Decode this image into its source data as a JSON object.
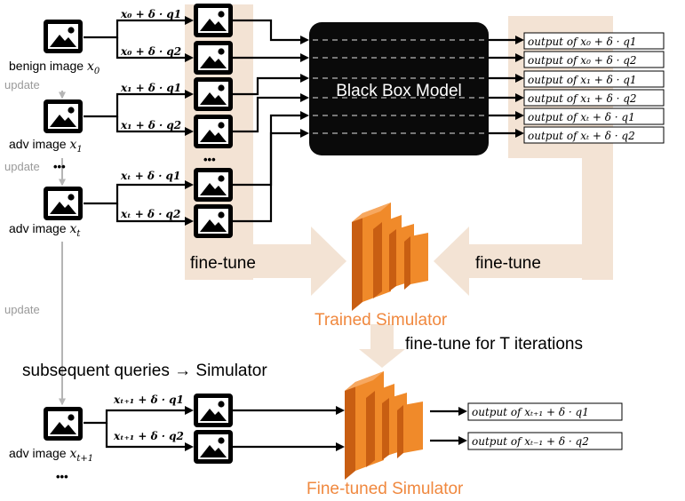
{
  "colors": {
    "band": "#f3e3d4",
    "orange": "#f08a2a",
    "orange_dark": "#c85e12",
    "orange_light": "#f7a860",
    "label_orange": "#f0883e",
    "gray_text": "#9a9a9a",
    "black_box": "#0a0a0a"
  },
  "icons": {
    "image": "image-icon",
    "simulator": "stacked-layers-icon",
    "black_box": "black-box-model"
  },
  "left_column": {
    "benign_label": "benign image",
    "benign_var": "x",
    "benign_sub": "0",
    "adv1_label": "adv image",
    "adv1_var": "x",
    "adv1_sub": "1",
    "advt_label": "adv image",
    "advt_var": "x",
    "advt_sub": "t",
    "advt1_label": "adv image",
    "advt1_var": "x",
    "advt1_sub": "t+1",
    "update1": "update",
    "update2": "update",
    "update3": "update",
    "dots_mid": "•••",
    "dots_bottom": "•••"
  },
  "query_labels": [
    "x₀ + δ · q1",
    "x₀ + δ · q2",
    "x₁ + δ · q1",
    "x₁ + δ · q2",
    "xₜ + δ · q1",
    "xₜ + δ · q2"
  ],
  "query_dots": "•••",
  "black_box": {
    "label": "Black Box Model"
  },
  "outputs": [
    "output of  x₀ + δ · q1",
    "output of  x₀ + δ · q2",
    "output of  x₁ + δ · q1",
    "output of  x₁ + δ · q2",
    "output of  xₜ + δ · q1",
    "output of  xₜ + δ · q2"
  ],
  "fine_tune_left": "fine-tune",
  "fine_tune_right": "fine-tune",
  "trained_simulator": "Trained Simulator",
  "fine_tune_iterations": "fine-tune for T iterations",
  "subsequent": "subsequent queries → Simulator",
  "bottom_queries": [
    "xₜ₊₁ + δ · q1",
    "xₜ₊₁ + δ · q2"
  ],
  "fine_tuned_simulator": "Fine-tuned Simulator",
  "bottom_outputs": [
    "output of  xₜ₊₁ + δ · q1",
    "output of  xₜ₋₁ + δ · q2"
  ]
}
